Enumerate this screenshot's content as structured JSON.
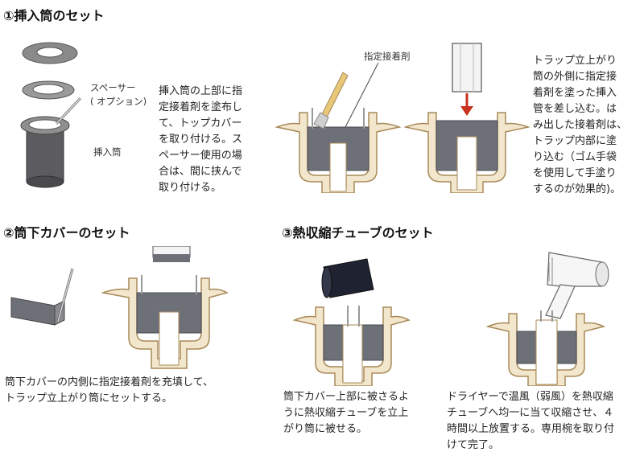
{
  "section1": {
    "heading": "①挿入筒のセット",
    "labels": {
      "spacer": "スペーサー",
      "option": "( オプション)",
      "insert_tube": "挿入筒",
      "adhesive": "指定接着剤"
    },
    "text_left": [
      "挿入筒の上部に指",
      "定接着剤を塗布し",
      "て、トップカバー",
      "を取り付ける。ス",
      "ペーサー使用の場",
      "合は、間に挟んで",
      "取り付ける。"
    ],
    "text_right": [
      "トラップ立上がり",
      "筒の外側に指定接",
      "着剤を塗った挿入",
      "管を差し込む。は",
      "み出した接着剤は、",
      "トラップ内部に塗",
      "り込む（ゴム手袋",
      "を使用して手塗り",
      "するのが効果的)。"
    ]
  },
  "section2": {
    "heading": "②筒下カバーのセット",
    "text": [
      "筒下カバーの内側に指定接着剤を充填して、",
      "トラップ立上がり筒にセットする。"
    ]
  },
  "section3": {
    "heading": "③熱収縮チューブのセット",
    "text_left": [
      "筒下カバー上部に被さるよ",
      "うに熱収縮チューブを立上",
      "がり筒に被せる。"
    ],
    "text_right": [
      "ドライヤーで温風（弱風）を熱収縮",
      "チューブへ均一に当て収縮させ、４",
      "時間以上放置する。専用椀を取り付",
      "けて完了。"
    ]
  },
  "colors": {
    "trap_fill": "#f2e6cc",
    "trap_stroke": "#a88a5a",
    "adhesive_gray": "#6e7078",
    "arrow_red": "#c8321e",
    "tube_dark": "#1f2230"
  }
}
